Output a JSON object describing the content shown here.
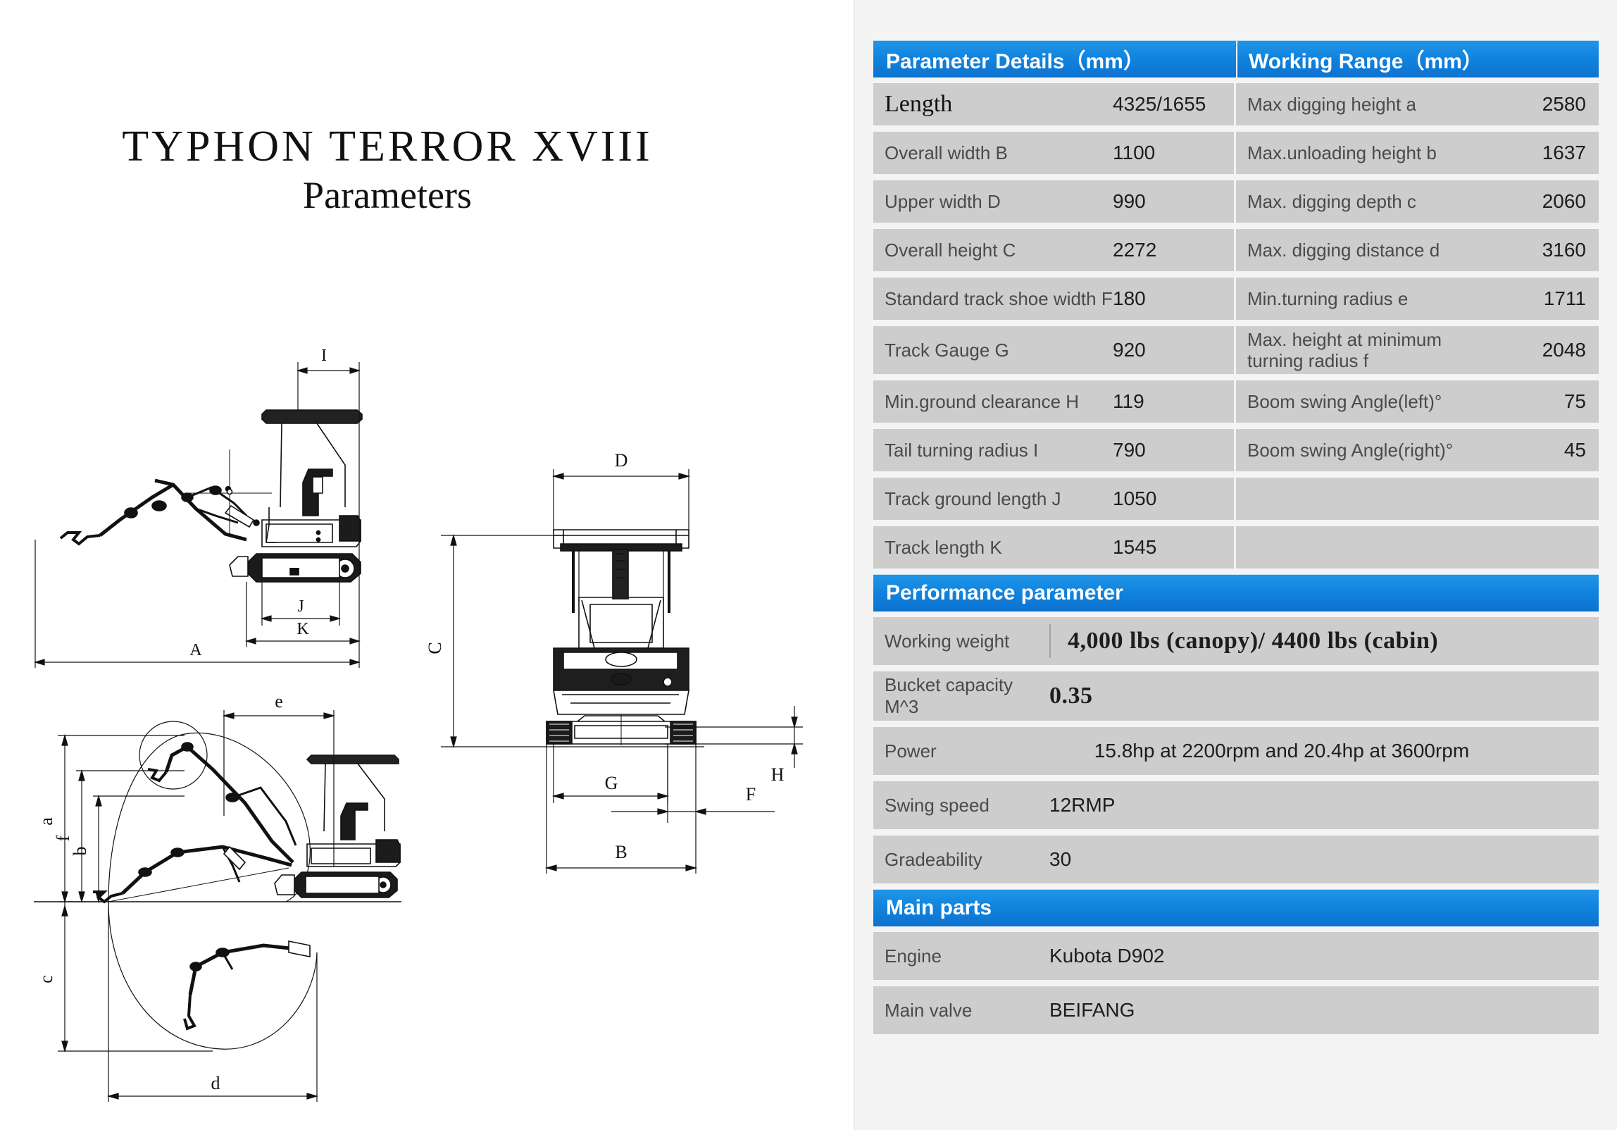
{
  "title": {
    "line1": "TYPHON TERROR XVIII",
    "line2": "Parameters"
  },
  "colors": {
    "accent_blue": "#1184de",
    "row_gray": "#cdcdcd",
    "panel_bg": "#f4f4f4",
    "label_gray": "#4a4a4a"
  },
  "drawings": {
    "side_view": {
      "name": "side-view-elevation",
      "dimension_labels": [
        "I",
        "J",
        "K",
        "A"
      ]
    },
    "front_view": {
      "name": "front-view-elevation",
      "dimension_labels": [
        "D",
        "C",
        "G",
        "F",
        "H",
        "B"
      ]
    },
    "working_range_view": {
      "name": "working-range-diagram",
      "dimension_labels": [
        "a",
        "f",
        "b",
        "c",
        "d",
        "e"
      ]
    }
  },
  "spec_table": {
    "headers": {
      "left": "Parameter Details（mm）",
      "right": "Working Range（mm）"
    },
    "rows": [
      {
        "left_label": "Length",
        "left_value": "4325/1655",
        "left_emphasis": true,
        "right_label": "Max digging height a",
        "right_value": "2580"
      },
      {
        "left_label": "Overall width B",
        "left_value": "1100",
        "right_label": "Max.unloading height b",
        "right_value": "1637"
      },
      {
        "left_label": "Upper width D",
        "left_value": "990",
        "right_label": "Max. digging depth c",
        "right_value": "2060"
      },
      {
        "left_label": "Overall height C",
        "left_value": "2272",
        "right_label": "Max. digging distance d",
        "right_value": "3160"
      },
      {
        "left_label": "Standard track shoe width F",
        "left_value": "180",
        "right_label": "Min.turning radius e",
        "right_value": "1711"
      },
      {
        "left_label": "Track Gauge G",
        "left_value": "920",
        "right_label": "Max. height at minimum turning radius f",
        "right_value": "2048"
      },
      {
        "left_label": "Min.ground clearance H",
        "left_value": "119",
        "right_label": "Boom swing Angle(left)°",
        "right_value": "75"
      },
      {
        "left_label": "Tail turning radius I",
        "left_value": "790",
        "right_label": "Boom swing Angle(right)°",
        "right_value": "45"
      },
      {
        "left_label": "Track ground length J",
        "left_value": "1050",
        "right_label": "",
        "right_value": ""
      },
      {
        "left_label": "Track length K",
        "left_value": "1545",
        "right_label": "",
        "right_value": ""
      }
    ]
  },
  "performance": {
    "header": "Performance parameter",
    "rows": [
      {
        "label": "Working weight",
        "value": "4,000 lbs (canopy)/ 4400 lbs (cabin)",
        "style": "serif-divider"
      },
      {
        "label": "Bucket capacity M^3",
        "value": "0.35",
        "style": "serif"
      },
      {
        "label": "Power",
        "value": "15.8hp at 2200rpm and 20.4hp at 3600rpm",
        "style": "centered"
      },
      {
        "label": "Swing speed",
        "value": "12RMP",
        "style": "plain"
      },
      {
        "label": "Gradeability",
        "value": "30",
        "style": "plain"
      }
    ]
  },
  "main_parts": {
    "header": "Main parts",
    "rows": [
      {
        "label": "Engine",
        "value": "Kubota D902"
      },
      {
        "label": "Main valve",
        "value": "BEIFANG"
      }
    ]
  }
}
